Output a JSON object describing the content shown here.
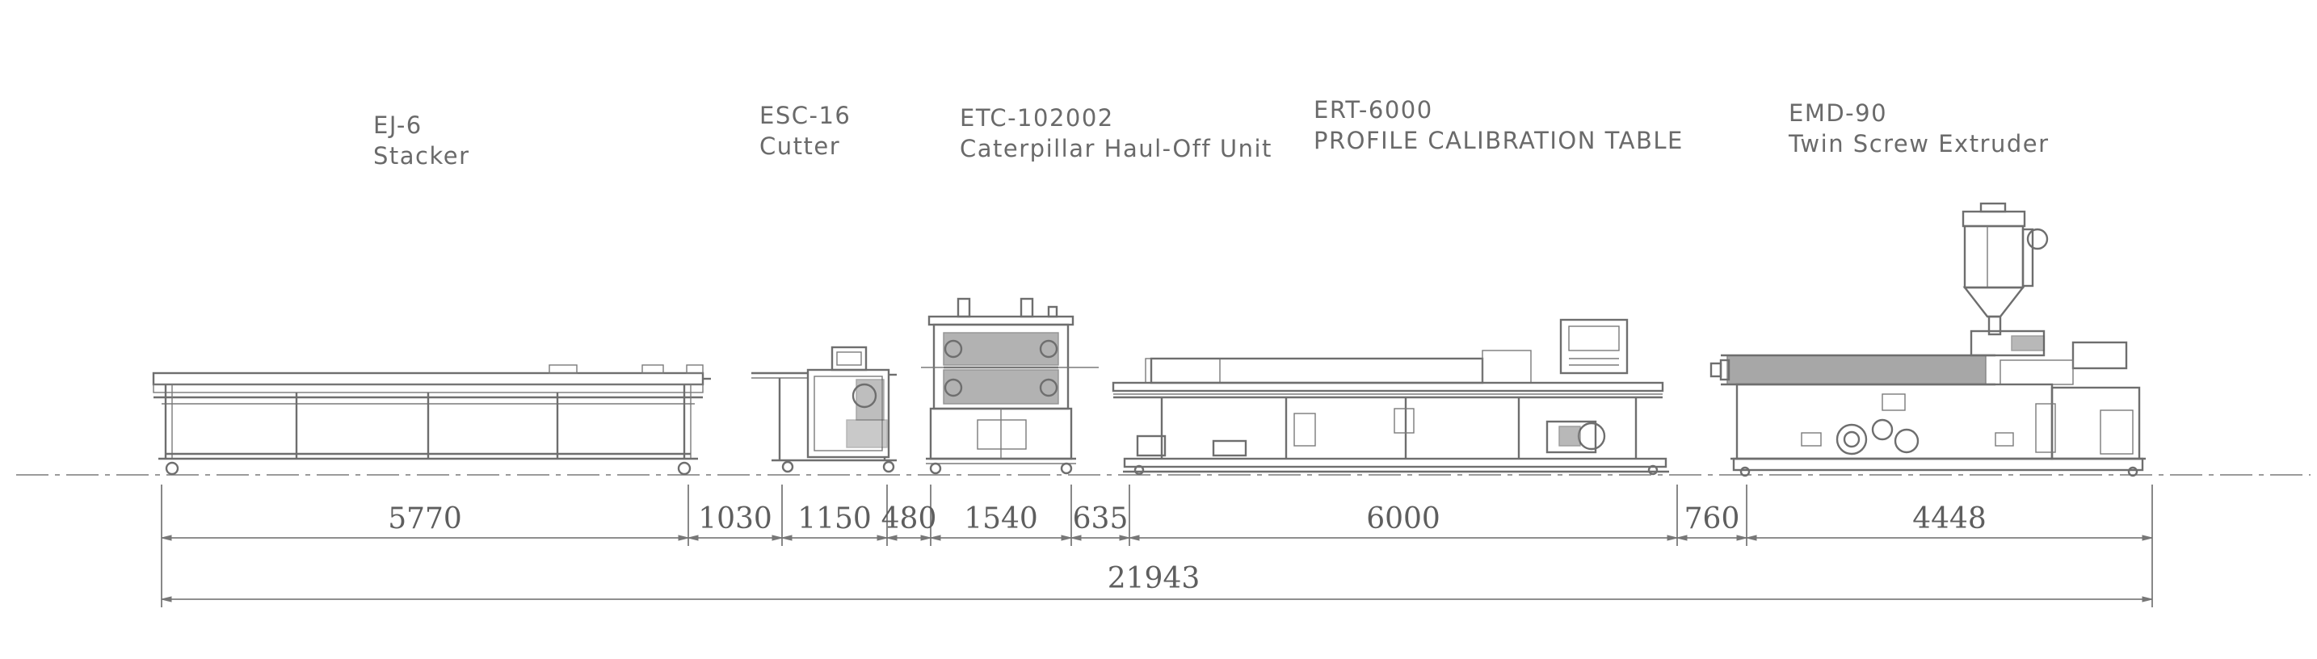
{
  "machines": [
    {
      "model": "EJ-6",
      "name": "Stacker"
    },
    {
      "model": "ESC-16",
      "name": "Cutter"
    },
    {
      "model": "ETC-102002",
      "name": "Caterpillar Haul-Off Unit"
    },
    {
      "model": "ERT-6000",
      "name": "PROFILE CALIBRATION TABLE"
    },
    {
      "model": "EMD-90",
      "name": "Twin Screw Extruder"
    }
  ],
  "dimensions": {
    "segments": [
      "5770",
      "1030",
      "1150",
      "480",
      "1540",
      "635",
      "6000",
      "760",
      "4448"
    ],
    "total": "21943"
  }
}
